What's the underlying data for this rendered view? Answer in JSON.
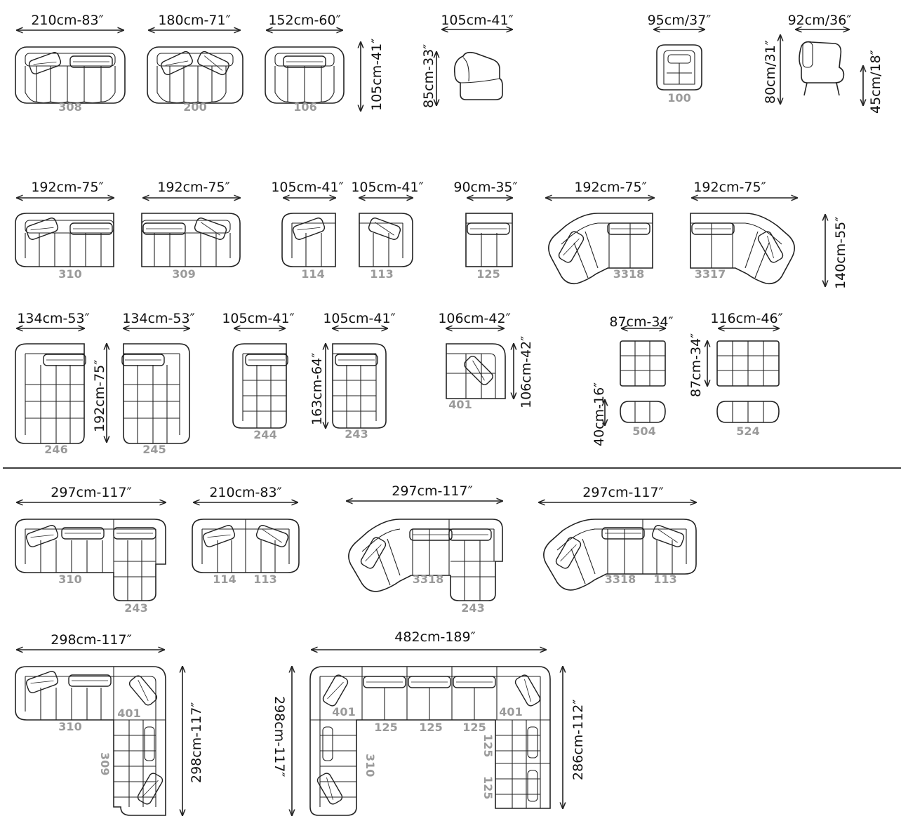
{
  "colors": {
    "line": "#222222",
    "text": "#111111",
    "code": "#9a9a9a",
    "background": "#ffffff"
  },
  "row1": {
    "d308": "210cm-83″",
    "c308": "308",
    "d200": "180cm-71″",
    "c200": "200",
    "d106": "152cm-60″",
    "c106": "106",
    "depth1": "105cm-41″",
    "dside": "105cm-41″",
    "hside": "85cm-33″",
    "d100": "95cm/37″",
    "c100": "100",
    "darm": "92cm/36″",
    "harm": "80cm/31″",
    "hseat": "45cm/18″"
  },
  "row2": {
    "d310": "192cm-75″",
    "c310": "310",
    "d309": "192cm-75″",
    "c309": "309",
    "d114": "105cm-41″",
    "c114": "114",
    "d113": "105cm-41″",
    "c113": "113",
    "d125": "90cm-35″",
    "c125": "125",
    "d3318": "192cm-75″",
    "c3318": "3318",
    "d3317": "192cm-75″",
    "c3317": "3317",
    "depth2": "140cm-55″"
  },
  "row3": {
    "d246": "134cm-53″",
    "c246": "246",
    "d245": "134cm-53″",
    "c245": "245",
    "depth246": "192cm-75″",
    "d244": "105cm-41″",
    "c244": "244",
    "d243": "105cm-41″",
    "c243": "243",
    "depth244": "163cm-64″",
    "d401": "106cm-42″",
    "c401": "401",
    "depth401": "106cm-42″",
    "d504": "87cm-34″",
    "c504": "504",
    "h504": "40cm-16″",
    "d524": "116cm-46″",
    "c524": "524",
    "depth524": "87cm-34″"
  },
  "row4": {
    "dA": "297cm-117″",
    "dB": "210cm-83″",
    "dC": "297cm-117″",
    "dD": "297cm-117″",
    "c310": "310",
    "c243": "243",
    "c114": "114",
    "c113": "113",
    "c3318": "3318",
    "c243b": "243",
    "c3318b": "3318",
    "c113b": "113"
  },
  "row5": {
    "dE": "298cm-117″",
    "hE": "298cm-117″",
    "c310": "310",
    "c401": "401",
    "c309": "309",
    "dF": "482cm-189″",
    "hF": "298cm-117″",
    "hF2": "286cm-112″",
    "c401a": "401",
    "c125a": "125",
    "c125b": "125",
    "c125c": "125",
    "c401b": "401",
    "c310b": "310",
    "c125d": "125",
    "c125e": "125"
  }
}
